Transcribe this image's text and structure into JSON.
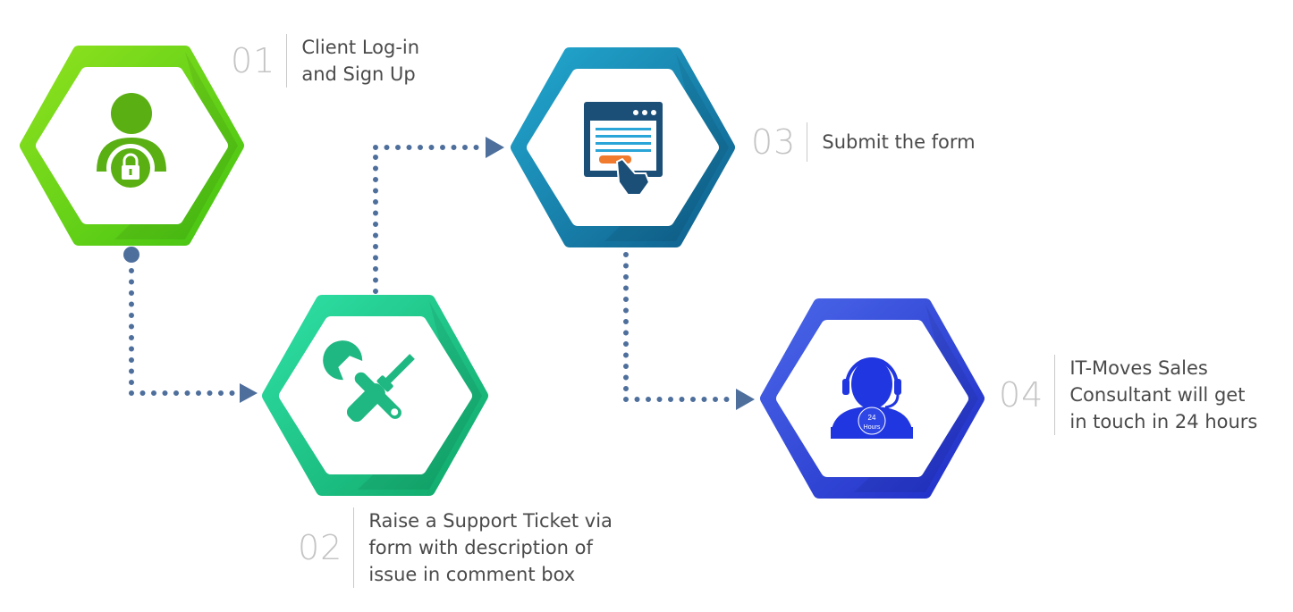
{
  "steps": [
    {
      "number": "01",
      "lines": [
        "Client Log-in",
        "and Sign Up"
      ],
      "icon": "user-lock-icon",
      "color": "#6dd31b"
    },
    {
      "number": "02",
      "lines": [
        "Raise a Support Ticket via",
        "form with description of",
        "issue in comment box"
      ],
      "icon": "tools-icon",
      "color": "#26c98a"
    },
    {
      "number": "03",
      "lines": [
        "Submit the form"
      ],
      "icon": "web-form-icon",
      "color": "#1f8fba"
    },
    {
      "number": "04",
      "lines": [
        "IT-Moves Sales",
        "Consultant will get",
        "in touch in 24 hours"
      ],
      "icon": "support-agent-icon",
      "color": "#3a4fe0"
    }
  ],
  "badge": {
    "line1": "24",
    "line2": "Hours"
  },
  "connector_color": "#4e6f9c"
}
